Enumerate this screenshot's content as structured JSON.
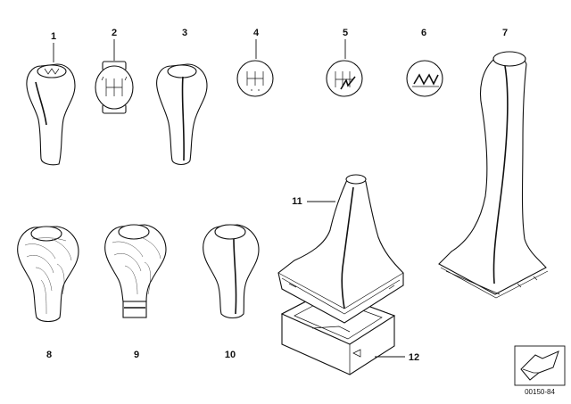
{
  "callouts": {
    "c1": "1",
    "c2": "2",
    "c3": "3",
    "c4": "4",
    "c5": "5",
    "c6": "6",
    "c7": "7",
    "c8": "8",
    "c9": "9",
    "c10": "10",
    "c11": "11",
    "c12": "12"
  },
  "reference_number": "00150-84"
}
